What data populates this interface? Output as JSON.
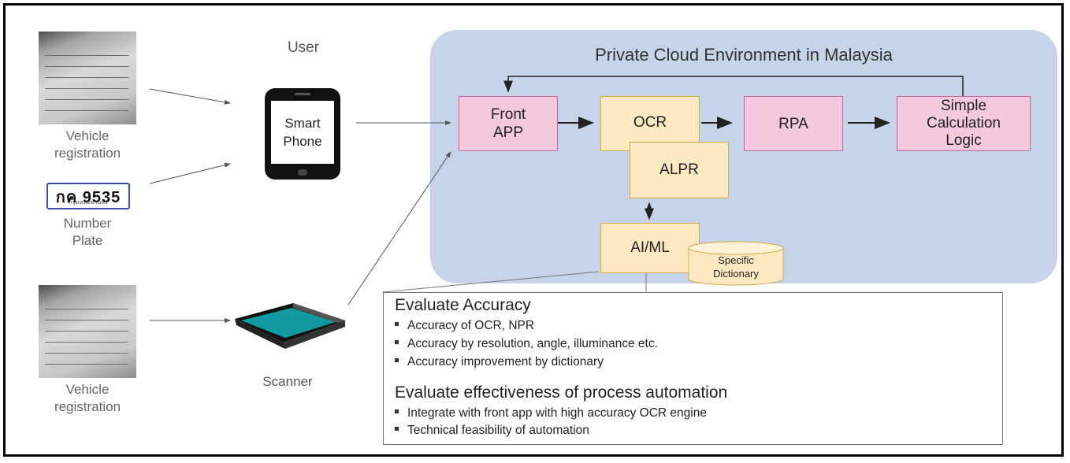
{
  "inputs": {
    "vehicle_registration_top": "Vehicle\nregistration",
    "number_plate_label": "Number\nPlate",
    "plate_main": "กค 9535",
    "plate_sub": "กรุงเทพมหานคร",
    "vehicle_registration_bottom": "Vehicle\nregistration"
  },
  "devices": {
    "user_label": "User",
    "smartphone_label": "Smart\nPhone",
    "scanner_label": "Scanner"
  },
  "cloud": {
    "title": "Private Cloud Environment in Malaysia",
    "front_app": "Front\nAPP",
    "ocr": "OCR",
    "alpr": "ALPR",
    "rpa": "RPA",
    "simple_calc": "Simple\nCalculation\nLogic",
    "aiml": "AI/ML",
    "dictionary": "Specific\nDictionary"
  },
  "evaluation": {
    "heading1": "Evaluate Accuracy",
    "items1": [
      "Accuracy of OCR, NPR",
      "Accuracy by resolution, angle, illuminance etc.",
      "Accuracy improvement by dictionary"
    ],
    "heading2": "Evaluate effectiveness of process automation",
    "items2": [
      "Integrate with front app with high accuracy OCR engine",
      "Technical feasibility of automation"
    ]
  },
  "colors": {
    "cloud_bg": "#c7d3e8",
    "pink_box": "#f4c9dd",
    "yellow_box": "#fde9c1"
  }
}
